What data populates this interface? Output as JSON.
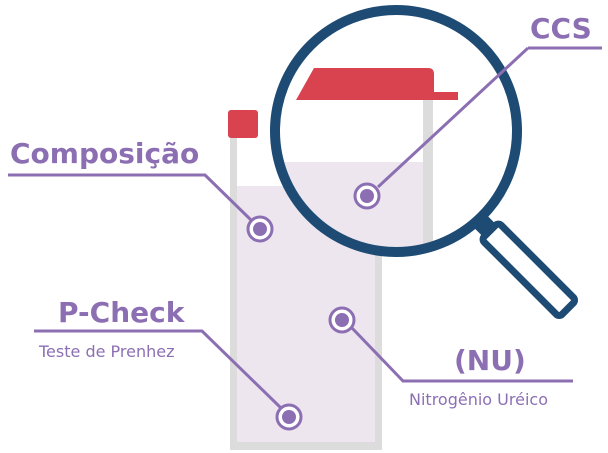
{
  "labels": {
    "ccs": "CCS",
    "composicao": "Composição",
    "pcheck": "P-Check",
    "pcheck_sub": "Teste de Prenhez",
    "nu": "(NU)",
    "nu_sub": "Nitrogênio Uréico"
  },
  "colors": {
    "purple": "#8c6fb3",
    "navy": "#1e4b74",
    "cap_red": "#d8434f",
    "tube_fill": "#ede6ee",
    "tube_border": "#dcdcdc",
    "white": "#ffffff"
  }
}
